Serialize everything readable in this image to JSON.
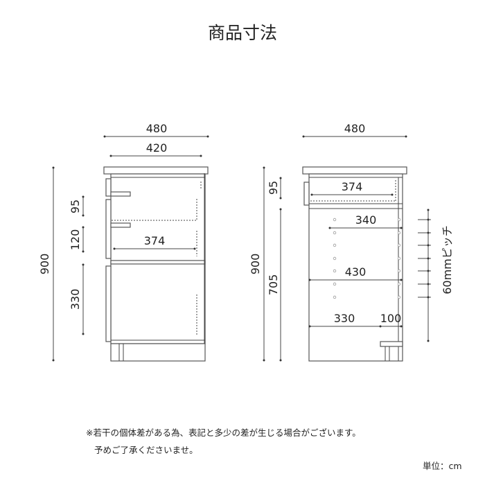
{
  "title": "商品寸法",
  "front_view": {
    "width_outer": "480",
    "width_inner": "420",
    "height_total": "900",
    "drawer_top_height": "95",
    "drawer_mid_height": "120",
    "door_height": "330",
    "drawer_inner_width": "374"
  },
  "side_view": {
    "width_outer": "480",
    "height_total": "900",
    "drawer_height": "95",
    "lower_height": "705",
    "drawer_inner_width": "374",
    "shelf_width": "340",
    "inner_width": "430",
    "bottom_width": "330",
    "step_width": "100",
    "pitch_label": "60mmピッチ"
  },
  "notes": {
    "line1": "※若干の個体差がある為、表記と多少の差が生じる場合がございます。",
    "line2": "予めご了承くださいませ。",
    "unit": "単位：cm"
  }
}
